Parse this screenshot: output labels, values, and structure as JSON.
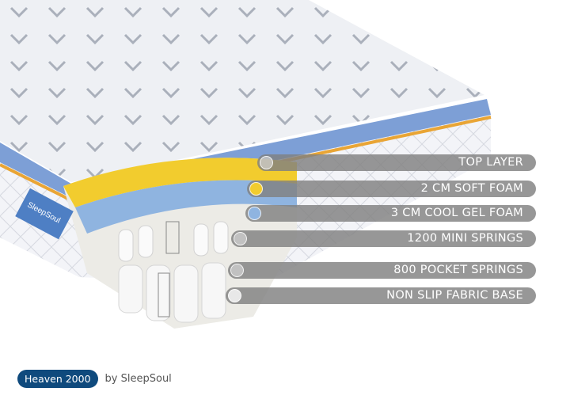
{
  "labels": [
    {
      "text": "TOP LAYER",
      "dot_color": "#d8d8d8"
    },
    {
      "text": "2 CM SOFT FOAM",
      "dot_color": "#f2cc2e"
    },
    {
      "text": "3 CM COOL GEL FOAM",
      "dot_color": "#8fb4e0"
    },
    {
      "text": "1200 MINI SPRINGS",
      "dot_color": "#d8d8d8"
    },
    {
      "text": "800 POCKET SPRINGS",
      "dot_color": "#d8d8d8"
    },
    {
      "text": "NON SLIP FABRIC BASE",
      "dot_color": "#e8e8e8"
    }
  ],
  "brand": {
    "product": "Heaven 2000",
    "by": "by SleepSoul",
    "side_logo": "SleepSoul",
    "tag": "Heaven 2000"
  },
  "colors": {
    "brand_blue": "#0f4a7d",
    "soft_foam": "#f2cc2e",
    "gel_foam": "#8fb4e0",
    "border_tape": "#e9a535"
  }
}
